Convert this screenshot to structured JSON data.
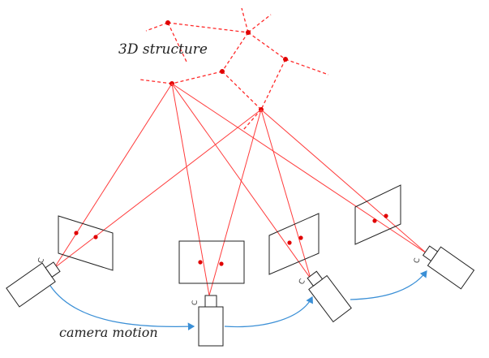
{
  "labels": {
    "structure": "3D structure",
    "motion": "camera motion"
  },
  "camera_letter": "C",
  "colors": {
    "structure": "#ff0000",
    "rays": "#ff3b3b",
    "points": "#e00000",
    "outline": "#222222",
    "motion_arrow": "#3a8fd6",
    "background": "#ffffff"
  }
}
